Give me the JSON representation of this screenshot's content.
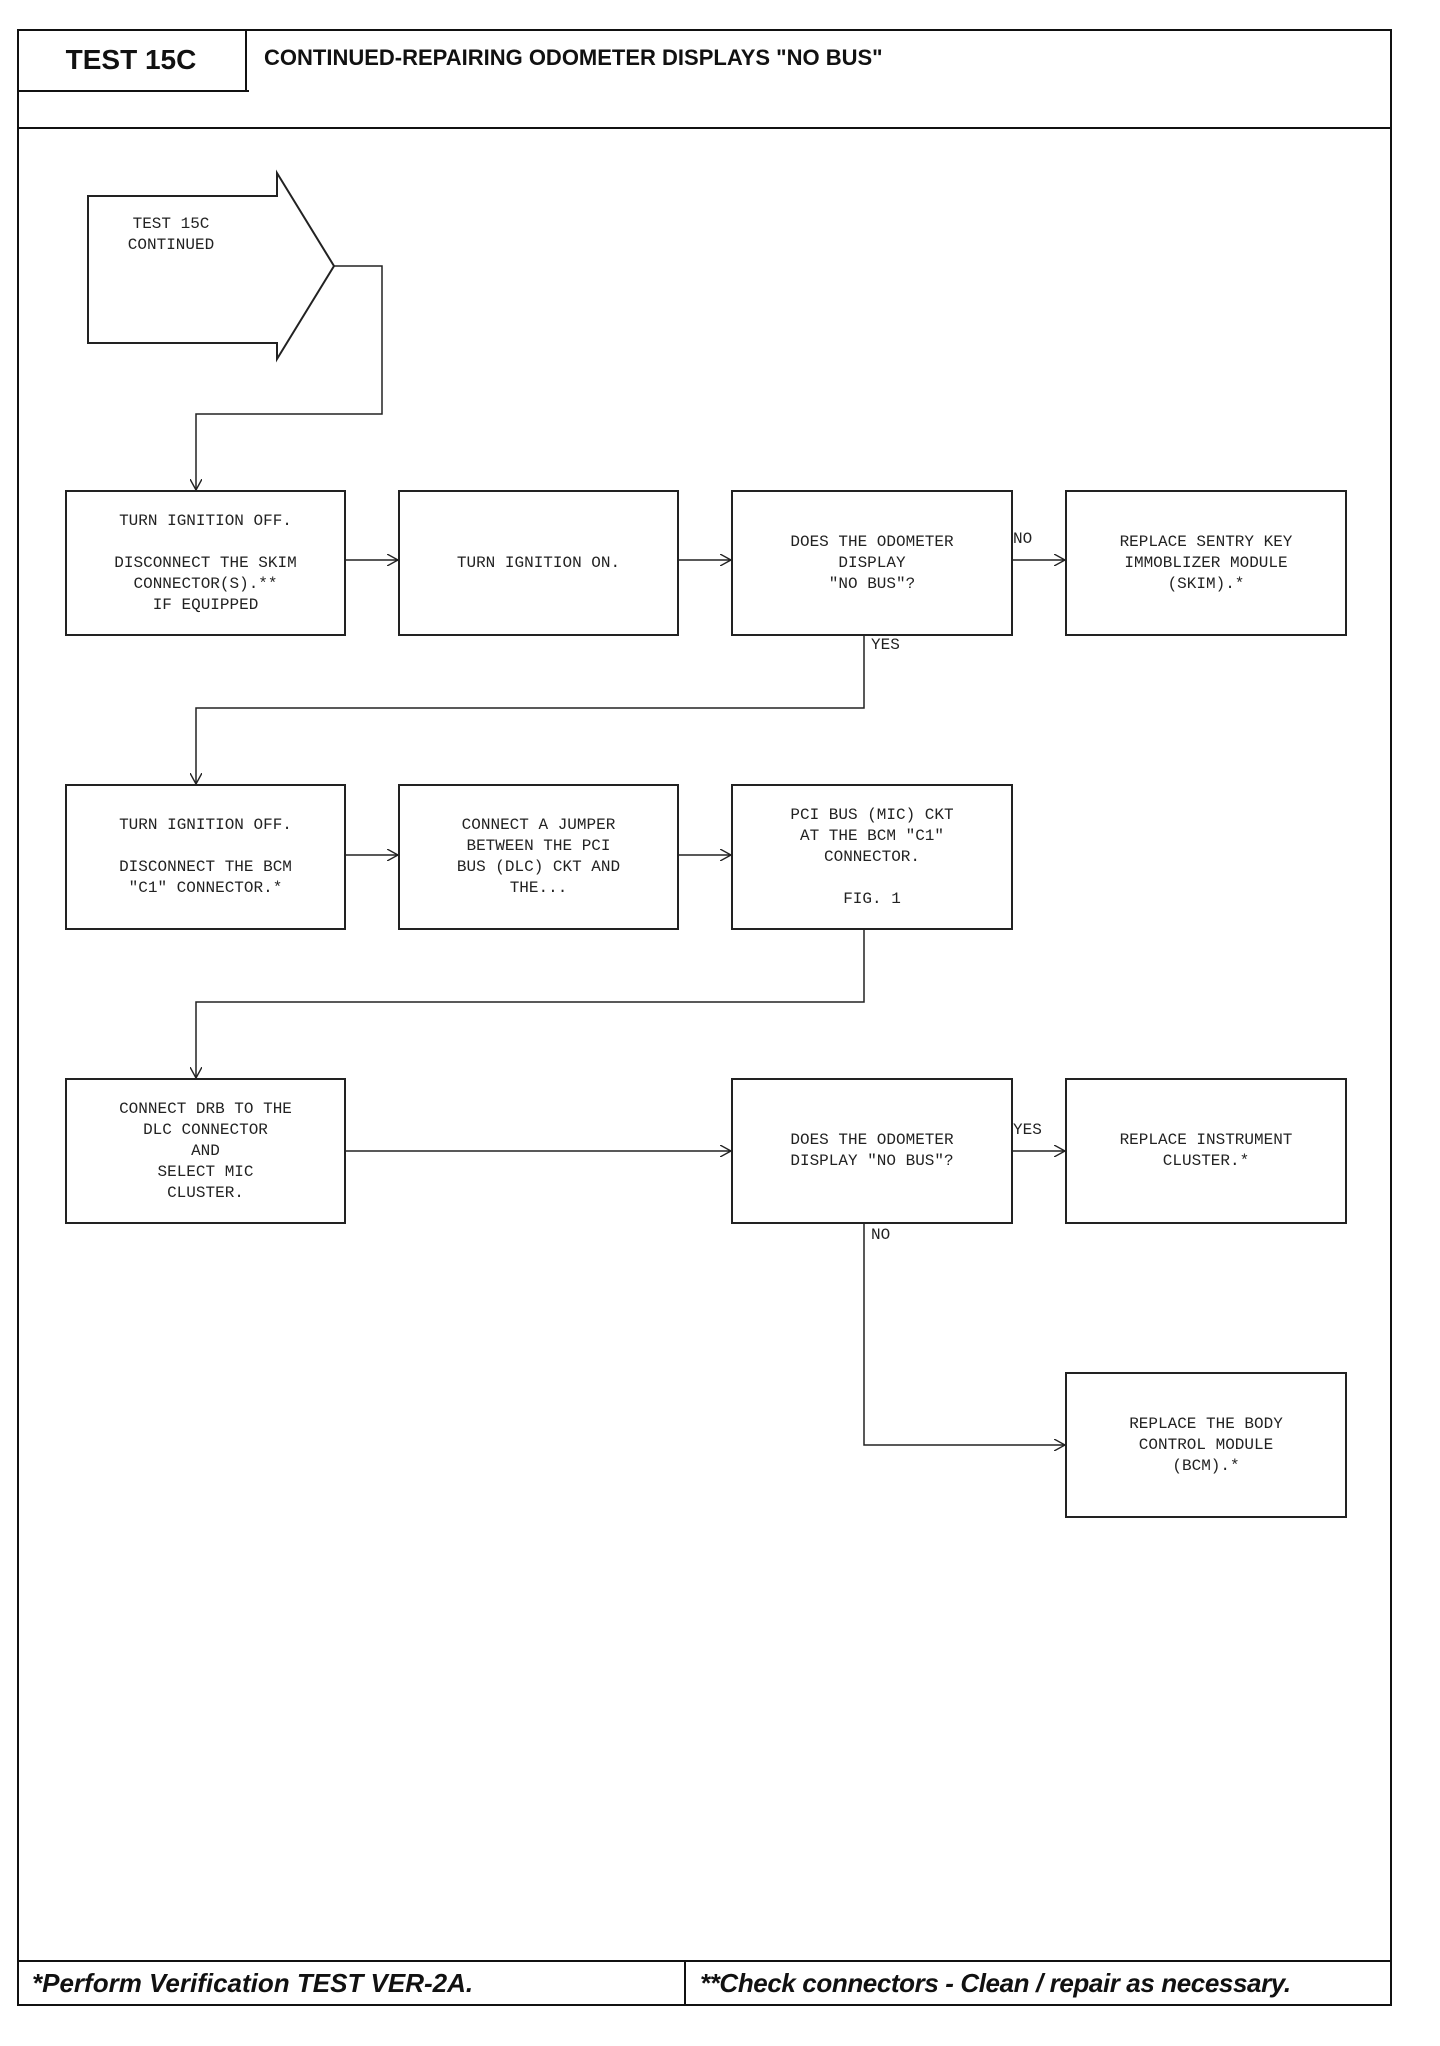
{
  "header": {
    "test_id": "TEST 15C",
    "title": "CONTINUED-REPAIRING ODOMETER DISPLAYS \"NO BUS\""
  },
  "start": {
    "label": "TEST 15C\nCONTINUED"
  },
  "steps": {
    "ign_off_skim": "TURN IGNITION OFF.\n\nDISCONNECT THE SKIM\nCONNECTOR(S).**\nIF EQUIPPED",
    "ign_on": "TURN IGNITION ON.",
    "q1": "DOES THE ODOMETER\nDISPLAY\n\"NO BUS\"?",
    "replace_skim": "REPLACE SENTRY KEY\nIMMOBLIZER MODULE\n(SKIM).*",
    "ign_off_bcm": "TURN IGNITION OFF.\n\nDISCONNECT THE BCM\n\"C1\" CONNECTOR.*",
    "jumper": "CONNECT A JUMPER\nBETWEEN THE PCI\nBUS (DLC) CKT AND\nTHE...",
    "pci_bus": "PCI BUS (MIC) CKT\nAT THE BCM \"C1\"\nCONNECTOR.\n\nFIG. 1",
    "drb": "CONNECT DRB TO THE\nDLC CONNECTOR\nAND\nSELECT MIC\nCLUSTER.",
    "q2": "DOES THE ODOMETER\nDISPLAY \"NO BUS\"?",
    "replace_cluster": "REPLACE INSTRUMENT\nCLUSTER.*",
    "replace_bcm": "REPLACE THE BODY\nCONTROL MODULE\n(BCM).*"
  },
  "labels": {
    "q1_no": "NO",
    "q1_yes": "YES",
    "q2_yes": "YES",
    "q2_no": "NO"
  },
  "footer": {
    "left": "*Perform Verification TEST VER-2A.",
    "right": "**Check connectors - Clean / repair as necessary."
  }
}
